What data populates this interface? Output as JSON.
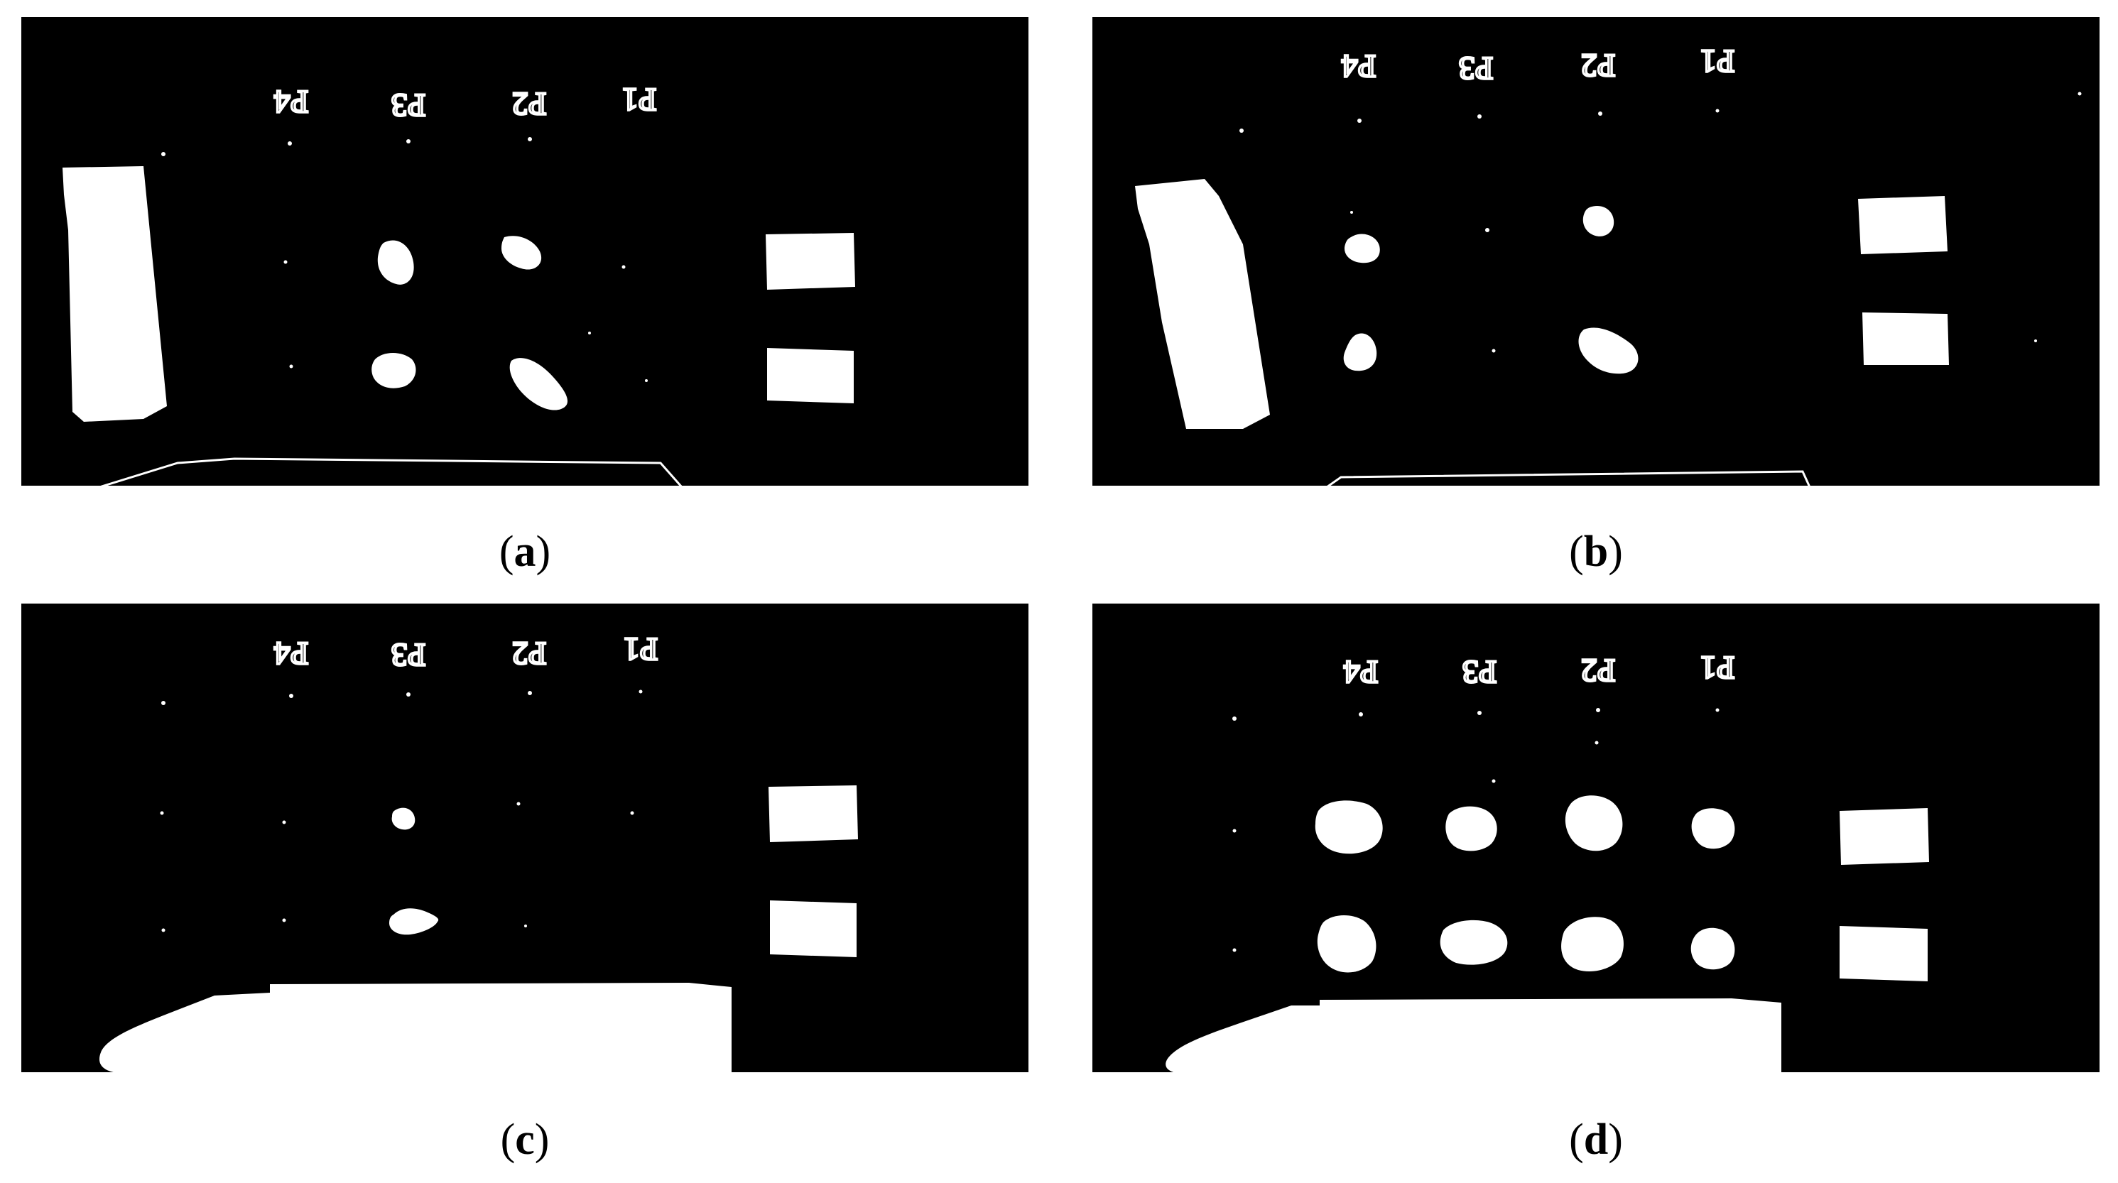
{
  "figure": {
    "panels": [
      {
        "id": "a",
        "caption_open": "(",
        "caption_letter": "a",
        "caption_close": ")",
        "labels": [
          "P4",
          "P3",
          "P2",
          "P1"
        ]
      },
      {
        "id": "b",
        "caption_open": "(",
        "caption_letter": "b",
        "caption_close": ")",
        "labels": [
          "P4",
          "P3",
          "P2",
          "P1"
        ]
      },
      {
        "id": "c",
        "caption_open": "(",
        "caption_letter": "c",
        "caption_close": ")",
        "labels": [
          "P4",
          "P3",
          "P2",
          "P1"
        ]
      },
      {
        "id": "d",
        "caption_open": "(",
        "caption_letter": "d",
        "caption_close": ")",
        "labels": [
          "P4",
          "P3",
          "P2",
          "P1"
        ]
      }
    ],
    "colors": {
      "background": "#000000",
      "foreground": "#ffffff",
      "page": "#ffffff"
    }
  }
}
